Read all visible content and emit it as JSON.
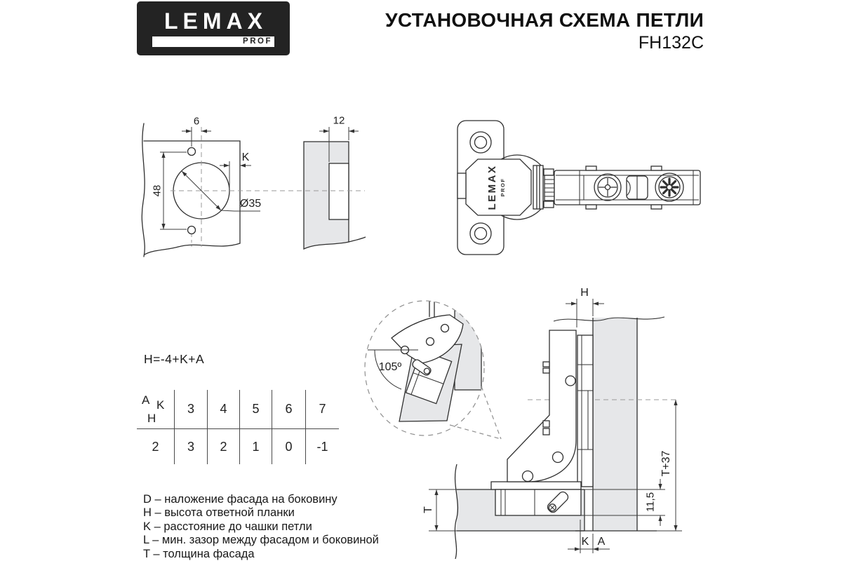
{
  "brand": {
    "name": "LEMAX",
    "sub": "PROF"
  },
  "header": {
    "title": "УСТАНОВОЧНАЯ СХЕМА ПЕТЛИ",
    "model": "FH132C"
  },
  "formula": "H=-4+K+A",
  "spec_table": {
    "corner": {
      "a": "A",
      "k": "K",
      "h": "H"
    },
    "k_values": [
      "3",
      "4",
      "5",
      "6",
      "7"
    ],
    "data_row": [
      "2",
      "3",
      "2",
      "1",
      "0",
      "-1"
    ]
  },
  "legend": {
    "items": [
      "D – наложение фасада на боковину",
      "H – высота ответной планки",
      "K – расстояние до чашки петли",
      "L – мин. зазор между фасадом и боковиной",
      "T – толщина фасада"
    ]
  },
  "drill_view": {
    "dim_offset": "6",
    "dim_cup_edge": "K",
    "dim_spacing": "48",
    "dim_diameter": "Ø35"
  },
  "depth_view": {
    "dim_depth": "12"
  },
  "hinge_view": {
    "engraving_line1": "LEMAX",
    "engraving_line2": "PROF"
  },
  "section_view": {
    "angle": "105º",
    "dim_h": "H",
    "dim_t": "T",
    "dim_t37": "T+37",
    "dim_inset": "11,5",
    "dim_k": "K",
    "dim_a": "A"
  },
  "colors": {
    "panel_fill": "#e6e7e9",
    "line": "#2f2f2f",
    "logo_bg": "#232323"
  }
}
